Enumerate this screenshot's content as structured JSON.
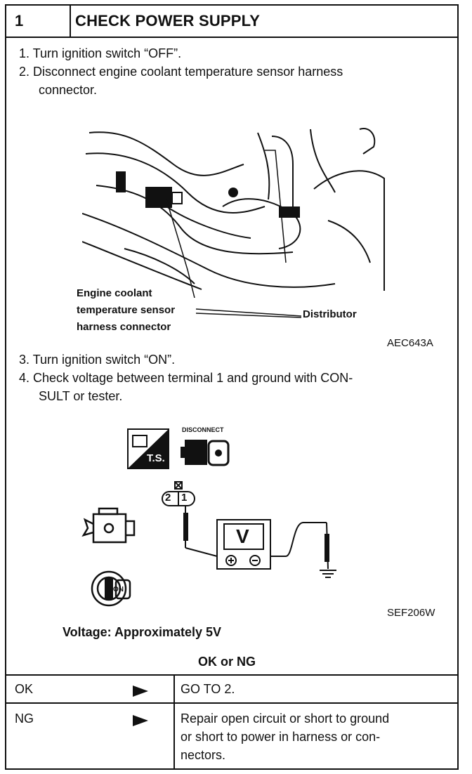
{
  "header": {
    "number": "1",
    "title": "CHECK POWER SUPPLY"
  },
  "steps": {
    "s1": "1.  Turn ignition switch “OFF”.",
    "s2a": "2.  Disconnect engine coolant temperature sensor harness",
    "s2b": "connector.",
    "s3": "3.  Turn ignition switch “ON”.",
    "s4a": "4.  Check voltage between terminal 1 and ground with CON-",
    "s4b": "SULT or tester."
  },
  "figure1": {
    "label_sensor_1": "Engine coolant",
    "label_sensor_2": "temperature sensor",
    "label_sensor_3": "harness connector",
    "label_distributor": "Distributor",
    "ref": "AEC643A"
  },
  "figure2": {
    "ts_label": "T.S.",
    "disconnect_label": "DISCONNECT",
    "terminal_2": "2",
    "terminal_1": "1",
    "meter_letter": "V",
    "key_label": "ON",
    "ref": "SEF206W",
    "spec": "Voltage: Approximately 5V"
  },
  "decision": "OK or NG",
  "results": [
    {
      "label": "OK",
      "action": "GO TO 2."
    },
    {
      "label": "NG",
      "action_1": "Repair open circuit or short to ground",
      "action_2": "or short to power in harness or con-",
      "action_3": "nectors."
    }
  ]
}
